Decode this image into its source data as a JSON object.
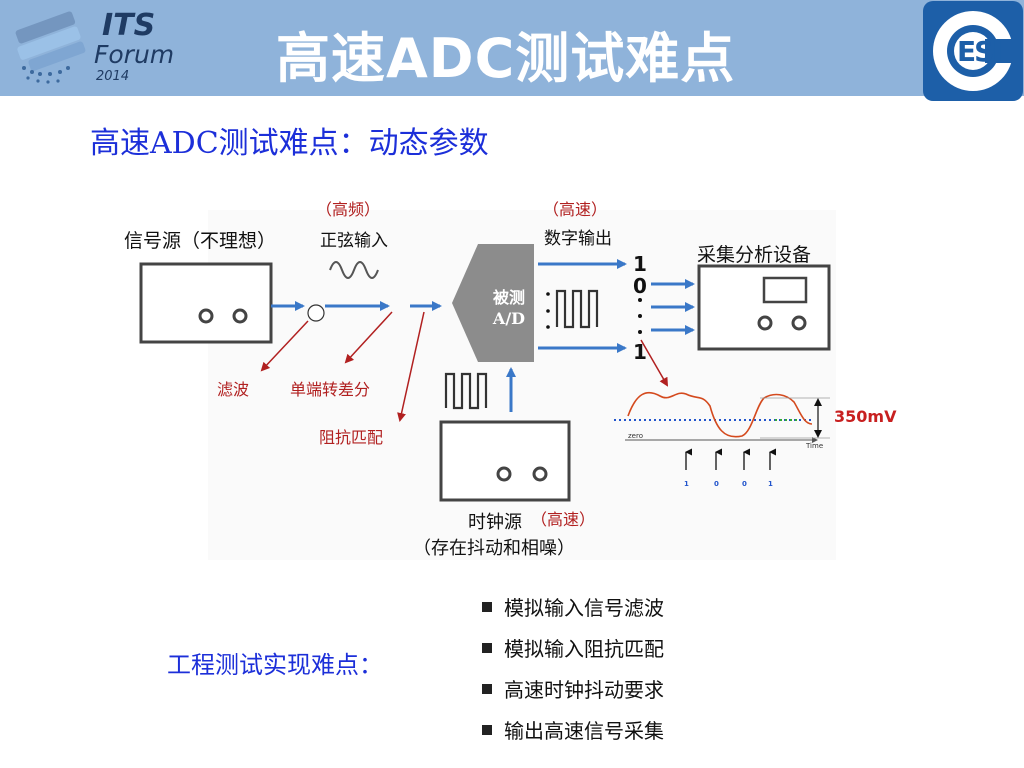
{
  "header": {
    "title": "高速ADC测试难点",
    "logo_left": {
      "line1": "ITS",
      "line2": "Forum",
      "line3": "2014"
    },
    "logo_right": "ESI"
  },
  "subtitle": "高速ADC测试难点：动态参数",
  "diagram": {
    "source_label": "信号源（不理想）",
    "sine_tag": "（高频）",
    "sine_label": "正弦输入",
    "filter_label": "滤波",
    "diff_label": "单端转差分",
    "impedance_label": "阻抗匹配",
    "adc_label_1": "被测",
    "adc_label_2": "A/D",
    "digital_tag": "（高速）",
    "digital_label": "数字输出",
    "bits": [
      "1",
      "0",
      "1"
    ],
    "capture_label": "采集分析设备",
    "clock_label": "时钟源",
    "clock_tag": "（高速）",
    "clock_note": "（存在抖动和相噪）",
    "mv_label": "350mV",
    "wave_zero": "zero",
    "wave_time": "Time",
    "wave_bits": [
      "1",
      "0",
      "0",
      "1"
    ]
  },
  "engineering": {
    "label": "工程测试实现难点：",
    "items": [
      "模拟输入信号滤波",
      "模拟输入阻抗匹配",
      "高速时钟抖动要求",
      "输出高速信号采集"
    ]
  },
  "colors": {
    "header_bg": "#8fb3da",
    "title_white": "#ffffff",
    "subtitle_blue": "#1c2fd9",
    "arrow_blue": "#3a78c8",
    "annotation_red": "#b12020",
    "adc_gray": "#8c8c8c",
    "esi_blue": "#1d5fa8"
  }
}
